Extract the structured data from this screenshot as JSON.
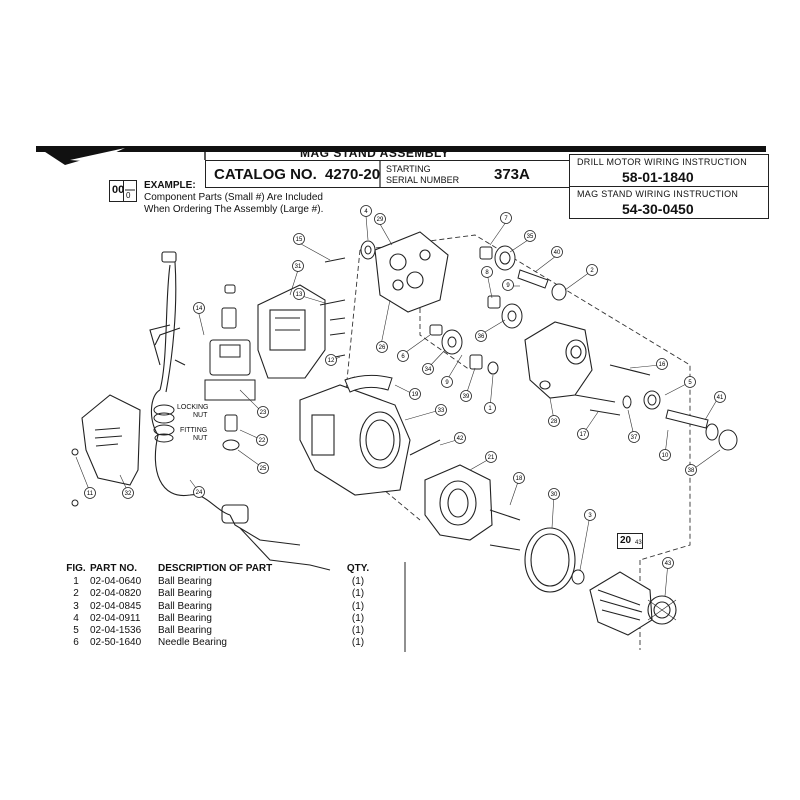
{
  "header": {
    "title": "MAG STAND ASSEMBLY",
    "catalog_label": "CATALOG NO.",
    "catalog_number": "4270-20",
    "starting_label": "STARTING",
    "serial_label": "SERIAL NUMBER",
    "serial_number": "373A"
  },
  "wiring": [
    {
      "label": "DRILL MOTOR WIRING INSTRUCTION",
      "number": "58-01-1840"
    },
    {
      "label": "MAG STAND WIRING INSTRUCTION",
      "number": "54-30-0450"
    }
  ],
  "example": {
    "big": "00",
    "small": "0",
    "title": "EXAMPLE:",
    "line1": "Component Parts (Small #) Are Included",
    "line2": "When Ordering The Assembly (Large #)."
  },
  "labels": {
    "locking": "LOCKING",
    "locking_nut": "NUT",
    "fitting": "FITTING",
    "fitting_nut": "NUT",
    "assembly_big": "20",
    "assembly_small": "43"
  },
  "callouts": [
    "4",
    "29",
    "7",
    "35",
    "40",
    "2",
    "15",
    "31",
    "8",
    "9",
    "13",
    "26",
    "36",
    "14",
    "6",
    "34",
    "12",
    "9",
    "39",
    "1",
    "16",
    "5",
    "41",
    "19",
    "23",
    "33",
    "42",
    "28",
    "17",
    "37",
    "22",
    "10",
    "38",
    "25",
    "11",
    "32",
    "24",
    "21",
    "18",
    "30",
    "3",
    "43"
  ],
  "parts_table": {
    "headers": {
      "fig": "FIG.",
      "part": "PART NO.",
      "desc": "DESCRIPTION OF PART",
      "qty": "QTY."
    },
    "rows": [
      {
        "fig": "1",
        "part": "02-04-0640",
        "desc": "Ball Bearing",
        "qty": "(1)"
      },
      {
        "fig": "2",
        "part": "02-04-0820",
        "desc": "Ball Bearing",
        "qty": "(1)"
      },
      {
        "fig": "3",
        "part": "02-04-0845",
        "desc": "Ball Bearing",
        "qty": "(1)"
      },
      {
        "fig": "4",
        "part": "02-04-0911",
        "desc": "Ball Bearing",
        "qty": "(1)"
      },
      {
        "fig": "5",
        "part": "02-04-1536",
        "desc": "Ball Bearing",
        "qty": "(1)"
      },
      {
        "fig": "6",
        "part": "02-50-1640",
        "desc": "Needle Bearing",
        "qty": "(1)"
      }
    ]
  }
}
